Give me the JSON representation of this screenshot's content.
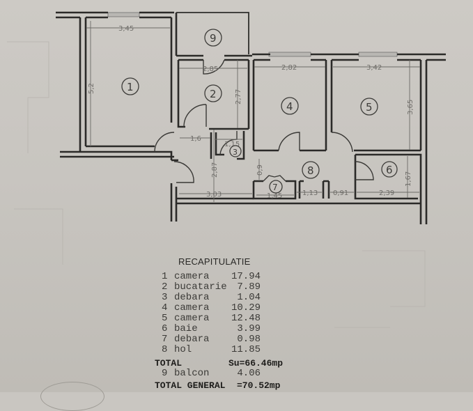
{
  "plan": {
    "rooms": [
      {
        "id": "1",
        "label": "1"
      },
      {
        "id": "2",
        "label": "2"
      },
      {
        "id": "3",
        "label": "3"
      },
      {
        "id": "4",
        "label": "4"
      },
      {
        "id": "5",
        "label": "5"
      },
      {
        "id": "6",
        "label": "6"
      },
      {
        "id": "7",
        "label": "7"
      },
      {
        "id": "8",
        "label": "8"
      },
      {
        "id": "9",
        "label": "9"
      }
    ],
    "dimensions": {
      "room1_width": "3,45",
      "room1_length": "5,2",
      "room2_width": "2,85",
      "room2_length": "2,77",
      "room4_width": "2,82",
      "room5_width": "3,42",
      "room5_length": "3,65",
      "corridor_1_6": "1,6",
      "room3_width": "1,15",
      "hall_2_87": "2,87",
      "hall_3_03": "3,03",
      "hall_0_9": "0,9",
      "room7_width": "1,45",
      "hall_1_13": "1,13",
      "hall_0_91": "0,91",
      "room6_width": "2,39",
      "room6_length": "1,67"
    }
  },
  "recap": {
    "title": "RECAPITULATIE",
    "rows": [
      {
        "idx": "1",
        "name": "camera",
        "value": "17.94"
      },
      {
        "idx": "2",
        "name": "bucatarie",
        "value": "7.89"
      },
      {
        "idx": "3",
        "name": "debara",
        "value": "1.04"
      },
      {
        "idx": "4",
        "name": "camera",
        "value": "10.29"
      },
      {
        "idx": "5",
        "name": "camera",
        "value": "12.48"
      },
      {
        "idx": "6",
        "name": "baie",
        "value": "3.99"
      },
      {
        "idx": "7",
        "name": "debara",
        "value": "0.98"
      },
      {
        "idx": "8",
        "name": "hol",
        "value": "11.85"
      }
    ],
    "total_label": "TOTAL",
    "total_value": "Su=66.46mp",
    "balcony": {
      "idx": "9",
      "name": "balcon",
      "value": "4.06"
    },
    "grand_total_label": "TOTAL GENERAL",
    "grand_total_value": "=70.52mp"
  },
  "colors": {
    "paper": "#c9c6c1",
    "wall": "#2b2a28",
    "dimension": "#6e6c68"
  }
}
